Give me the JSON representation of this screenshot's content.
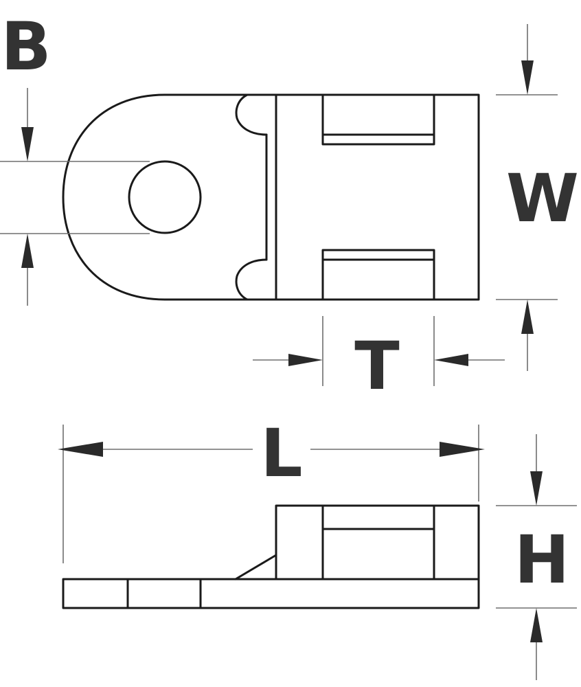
{
  "labels": {
    "bolt_hole": "B",
    "width": "W",
    "tie_slot": "T",
    "length": "L",
    "height": "H"
  },
  "colors": {
    "outline": "#1a1a1a",
    "dimension_line": "#6e6e6e",
    "label": "#333333",
    "background": "#ffffff"
  }
}
